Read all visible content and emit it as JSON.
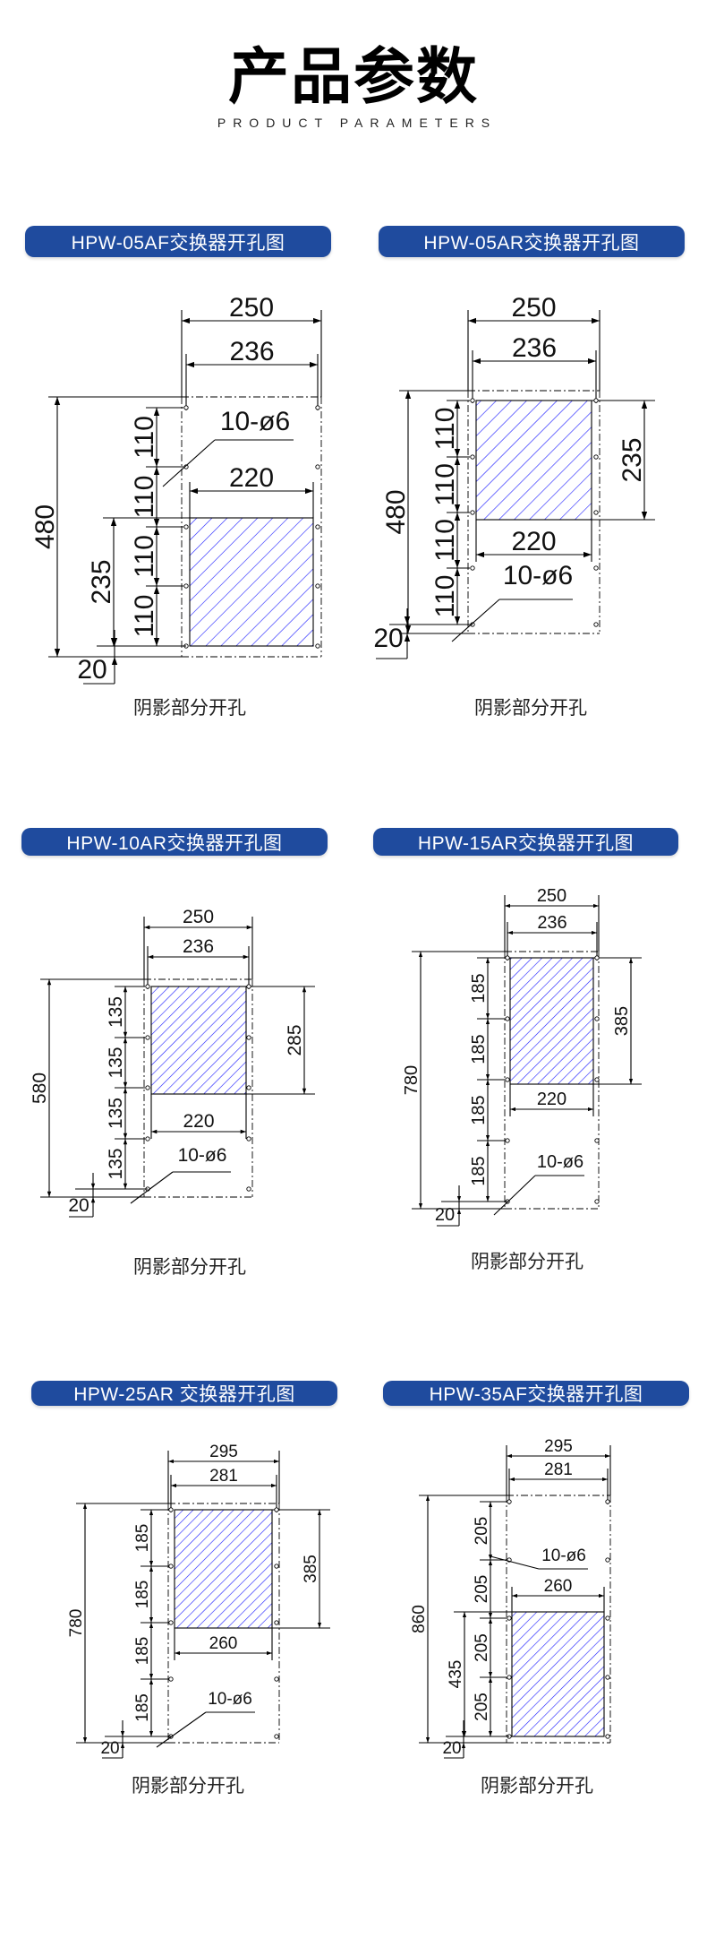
{
  "header": {
    "title": "产品参数",
    "subtitle": "PRODUCT PARAMETERS"
  },
  "colors": {
    "accent": "#1f4b9e",
    "hatch": "#1a1aff",
    "line": "#000000"
  },
  "diagrams": [
    {
      "title": "HPW-05AF交换器开孔图",
      "overall_width": "250",
      "hole_span_width": "236",
      "cutout_width": "220",
      "overall_height": "480",
      "cutout_height": "235",
      "hole_pitch": "110",
      "bottom_offset": "20",
      "hole_spec": "10-ø6",
      "caption": "阴影部分开孔"
    },
    {
      "title": "HPW-05AR交换器开孔图",
      "overall_width": "250",
      "hole_span_width": "236",
      "cutout_width": "220",
      "overall_height": "480",
      "cutout_height": "235",
      "hole_pitch": "110",
      "bottom_offset": "20",
      "hole_spec": "10-ø6",
      "caption": "阴影部分开孔"
    },
    {
      "title": "HPW-10AR交换器开孔图",
      "overall_width": "250",
      "hole_span_width": "236",
      "cutout_width": "220",
      "overall_height": "580",
      "cutout_height": "285",
      "hole_pitch": "135",
      "bottom_offset": "20",
      "hole_spec": "10-ø6",
      "caption": "阴影部分开孔"
    },
    {
      "title": "HPW-15AR交换器开孔图",
      "overall_width": "250",
      "hole_span_width": "236",
      "cutout_width": "220",
      "overall_height": "780",
      "cutout_height": "385",
      "hole_pitch": "185",
      "bottom_offset": "20",
      "hole_spec": "10-ø6",
      "caption": "阴影部分开孔"
    },
    {
      "title": "HPW-25AR 交换器开孔图",
      "overall_width": "295",
      "hole_span_width": "281",
      "cutout_width": "260",
      "overall_height": "780",
      "cutout_height": "385",
      "hole_pitch": "185",
      "bottom_offset": "20",
      "hole_spec": "10-ø6",
      "caption": "阴影部分开孔"
    },
    {
      "title": "HPW-35AF交换器开孔图",
      "overall_width": "295",
      "hole_span_width": "281",
      "cutout_width": "260",
      "overall_height": "860",
      "cutout_height": "435",
      "hole_pitch": "205",
      "bottom_offset": "20",
      "hole_spec": "10-ø6",
      "caption": "阴影部分开孔"
    }
  ]
}
